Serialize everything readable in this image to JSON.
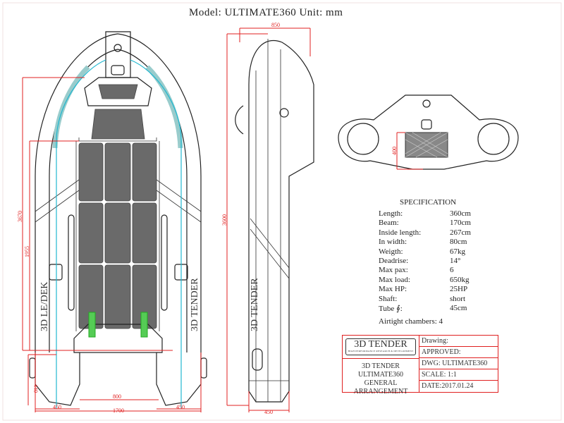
{
  "header": {
    "title": "Model: ULTIMATE360   Unit: mm"
  },
  "dimensions": {
    "overall_length": "3670",
    "inside_length": "1955",
    "side_length": "3600",
    "top_width": "850",
    "transom_height": "400",
    "tube_height": "440",
    "tube_dia_left": "450",
    "tube_dia_right": "450",
    "inside_width": "800",
    "overall_beam": "1700",
    "side_tube": "450"
  },
  "hull_branding": {
    "left": "3D LE/DEK",
    "right": "3D TENDER",
    "side": "3D TENDER"
  },
  "specification": {
    "title": "SPECIFICATION",
    "rows": [
      {
        "label": "Length:",
        "value": "360cm"
      },
      {
        "label": "Beam:",
        "value": "170cm"
      },
      {
        "label": "Inside length:",
        "value": "267cm"
      },
      {
        "label": "In width:",
        "value": "80cm"
      },
      {
        "label": "Weigth:",
        "value": "67kg"
      },
      {
        "label": "Deadrise:",
        "value": "14°"
      },
      {
        "label": "Max pax:",
        "value": "6"
      },
      {
        "label": "Max load:",
        "value": "650kg"
      },
      {
        "label": "Max HP:",
        "value": "25HP"
      },
      {
        "label": "Shaft:",
        "value": "short"
      },
      {
        "label": "Tube ∮:",
        "value": "45cm"
      }
    ],
    "airtight": "Airtight chambers: 4"
  },
  "title_block": {
    "logo": "3D TENDER",
    "logo_tagline": "HIGH PERFORMANCE RESEARCH & DEVELOPMENT",
    "desc_line1": "3D TENDER",
    "desc_line2": "ULTIMATE360",
    "desc_line3": "GENERAL ARRANGEMENT",
    "drawing": "Drawing:",
    "approved": "APPROVED:",
    "dwg": "DWG: ULTIMATE360",
    "scale": "SCALE: 1:1",
    "date": "DATE:2017.01.24"
  }
}
